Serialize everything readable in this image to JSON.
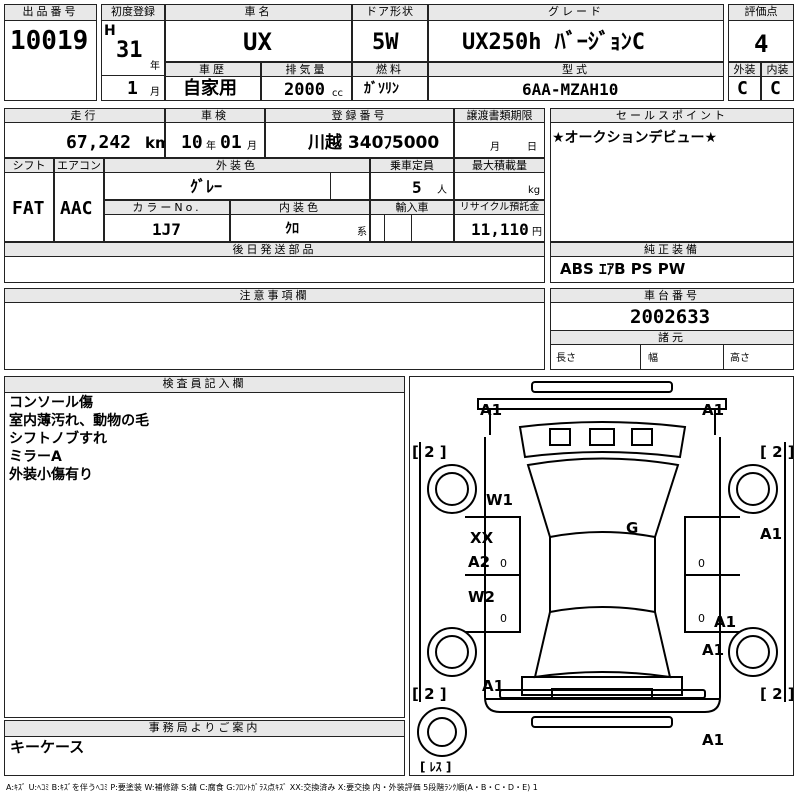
{
  "lot_no": {
    "label": "出品番号",
    "value": "10019"
  },
  "first_reg": {
    "label": "初度登録",
    "era": "H",
    "year": "31",
    "year_unit": "年",
    "month": "1",
    "month_unit": "月"
  },
  "car_name": {
    "label": "車名",
    "value": "UX"
  },
  "door": {
    "label": "ドア形状",
    "value": "5W"
  },
  "grade": {
    "label": "グレード",
    "value": "UX250h ﾊﾞｰｼﾞｮﾝC"
  },
  "score": {
    "label": "評価点",
    "value": "4"
  },
  "history": {
    "label": "車歴",
    "value": "自家用"
  },
  "displacement": {
    "label": "排気量",
    "value": "2000",
    "unit": "cc"
  },
  "fuel": {
    "label": "燃料",
    "value": "ｶﾞｿﾘﾝ"
  },
  "model": {
    "label": "型式",
    "value": "6AA-MZAH10"
  },
  "exterior_grade": {
    "label": "外装",
    "value": "C"
  },
  "interior_grade": {
    "label": "内装",
    "value": "C"
  },
  "mileage": {
    "label": "走行",
    "value": "67,242",
    "unit": "km"
  },
  "inspection": {
    "label": "車検",
    "year": "10",
    "year_unit": "年",
    "month": "01",
    "month_unit": "月"
  },
  "plate": {
    "label": "登録番号",
    "value": "川越 340ﾌ5000"
  },
  "transfer_docs": {
    "label": "譲渡書類期限",
    "month_unit": "月",
    "day_unit": "日"
  },
  "sales_point": {
    "label": "セールスポイント",
    "value": "★オークションデビュー★"
  },
  "shift": {
    "label": "シフト",
    "value": "FAT"
  },
  "aircon": {
    "label": "エアコン",
    "value": "AAC"
  },
  "ext_color": {
    "label": "外装色",
    "value": "ｸﾞﾚｰ"
  },
  "capacity": {
    "label": "乗車定員",
    "value": "5",
    "unit": "人"
  },
  "max_load": {
    "label": "最大積載量",
    "unit": "kg"
  },
  "color_no": {
    "label": "カラーNo.",
    "value": "1J7"
  },
  "int_color": {
    "label": "内装色",
    "value": "ｸﾛ",
    "unit": "系"
  },
  "import": {
    "label": "輸入車"
  },
  "recycle": {
    "label": "リサイクル預託金",
    "value": "11,110",
    "unit": "円"
  },
  "later_parts": {
    "label": "後日発送部品"
  },
  "equipment": {
    "label": "純正装備",
    "value": "ABS ｴｱB PS PW"
  },
  "notes": {
    "label": "注意事項欄"
  },
  "chassis": {
    "label": "車台番号",
    "value": "2002633"
  },
  "dimensions": {
    "label": "諸元",
    "length": "長さ",
    "width": "幅",
    "height": "高さ"
  },
  "inspector": {
    "label": "検査員記入欄",
    "lines": [
      "コンソール傷",
      "室内薄汚れ、動物の毛",
      "シフトノブすれ",
      "ミラーA",
      "外装小傷有り"
    ]
  },
  "office": {
    "label": "事務局よりご案内",
    "value": "キーケース"
  },
  "diagram": {
    "marks": {
      "front_left": "A1",
      "front_right": "A1",
      "bracket_fl": "[ 2 ]",
      "bracket_fr": "[ 2 ]",
      "w1": "W1",
      "g": "G",
      "xx": "XX",
      "a2": "A2",
      "w2": "W2",
      "right_side": "A1",
      "right_rear1": "A1",
      "right_rear2": "A1",
      "bracket_rl": "[ 2 ]",
      "bracket_rr": "[ 2 ]",
      "rear": "A1",
      "spare_right": "A1",
      "spare_label": "[ ﾚｽ ]",
      "zero": "0"
    }
  },
  "legend": "A:ｷｽﾞ U:ﾍｺﾐ B:ｷｽﾞを伴うﾍｺﾐ P:要塗装 W:補修跡 S:錆 C:腐食 G:ﾌﾛﾝﾄｶﾞﾗｽ点ｷｽﾞ XX:交換済み X:要交換 内・外装評価 5段階ﾗﾝｸ順(A・B・C・D・E) 1"
}
